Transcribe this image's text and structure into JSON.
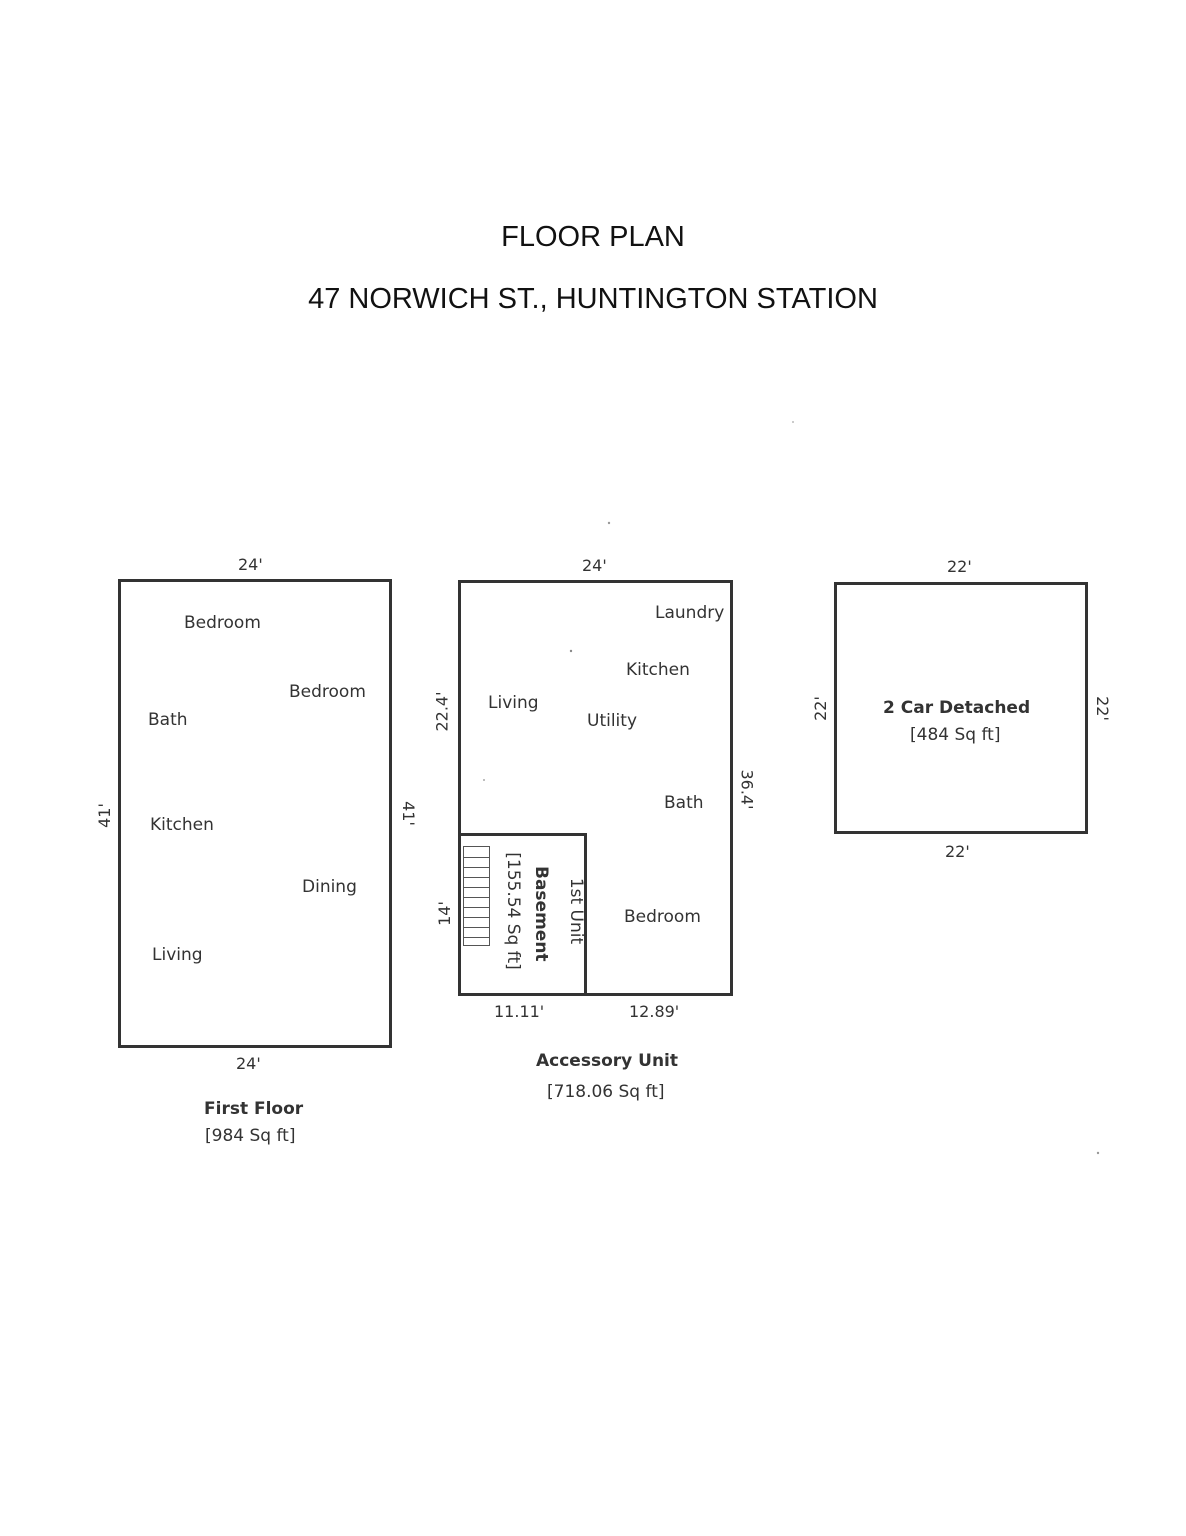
{
  "header": {
    "title": "FLOOR PLAN",
    "address": "47 NORWICH ST., HUNTINGTON STATION"
  },
  "first_floor": {
    "name": "First Floor",
    "area": "[984 Sq ft]",
    "dims": {
      "top": "24'",
      "bottom": "24'",
      "left": "41'",
      "right": "41'"
    },
    "rooms": {
      "bedroom1": "Bedroom",
      "bedroom2": "Bedroom",
      "bath": "Bath",
      "kitchen": "Kitchen",
      "dining": "Dining",
      "living": "Living"
    }
  },
  "accessory_unit": {
    "name": "Accessory Unit",
    "area": "[718.06 Sq ft]",
    "dims": {
      "top": "24'",
      "left_upper": "22.4'",
      "left_lower": "14'",
      "right": "36.4'",
      "bottom_left": "11.11'",
      "bottom_right": "12.89'"
    },
    "rooms": {
      "laundry": "Laundry",
      "kitchen": "Kitchen",
      "living": "Living",
      "utility": "Utility",
      "bath": "Bath",
      "bedroom": "Bedroom"
    },
    "basement": {
      "unit": "1st Unit",
      "name": "Basement",
      "area": "[155.54 Sq ft]"
    }
  },
  "garage": {
    "name": "2 Car Detached",
    "area": "[484 Sq ft]",
    "dims": {
      "top": "22'",
      "bottom": "22'",
      "left": "22'",
      "right": "22'"
    }
  }
}
